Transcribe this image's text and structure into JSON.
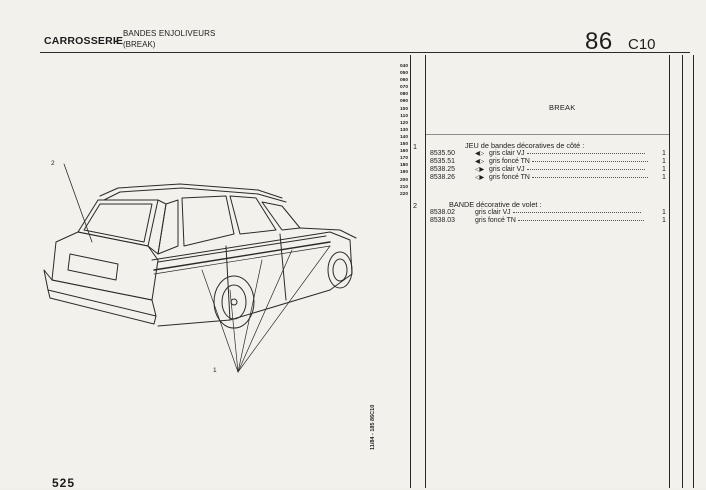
{
  "header": {
    "section": "CARROSSERIE",
    "separator": "-",
    "subtitle_line1": "BANDES ENJOLIVEURS",
    "subtitle_line2": "(BREAK)",
    "page_number": "86",
    "code": "C10"
  },
  "codes": [
    "040",
    "050",
    "060",
    "070",
    "080",
    "090",
    "100",
    "110",
    "120",
    "130",
    "140",
    "150",
    "160",
    "170",
    "180",
    "190",
    "200",
    "210",
    "220"
  ],
  "table": {
    "column_heading": "BREAK",
    "groups": [
      {
        "number": "1",
        "title": "JEU de bandes décoratives de côté :",
        "rows": [
          {
            "ref": "8535.50",
            "symbol": "◀▷",
            "label": "gris clair VJ",
            "qty": "1"
          },
          {
            "ref": "8535.51",
            "symbol": "◀▷",
            "label": "gris foncé TN",
            "qty": "1"
          },
          {
            "ref": "8538.25",
            "symbol": "◁▶",
            "label": "gris clair VJ",
            "qty": "1"
          },
          {
            "ref": "8538.26",
            "symbol": "◁▶",
            "label": "gris foncé TN",
            "qty": "1"
          }
        ]
      },
      {
        "number": "2",
        "title": "BANDE décorative de volet :",
        "rows": [
          {
            "ref": "8538.02",
            "symbol": "",
            "label": "gris clair VJ",
            "qty": "1"
          },
          {
            "ref": "8538.03",
            "symbol": "",
            "label": "gris foncé TN",
            "qty": "1"
          }
        ]
      }
    ]
  },
  "illustration": {
    "callout_1": "1",
    "callout_2": "2"
  },
  "side_stamp": "11/84 - 185 86C10",
  "footer": {
    "page_label": "525"
  }
}
